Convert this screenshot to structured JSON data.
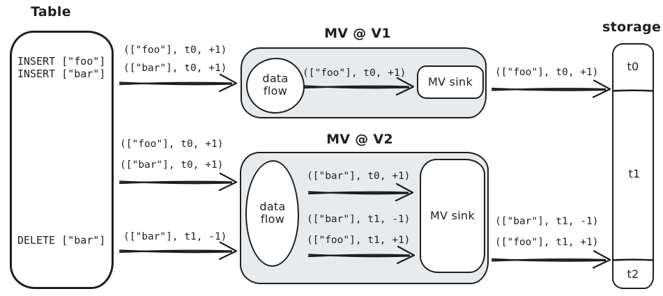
{
  "colors": {
    "stroke": "#1e1e1e",
    "mv_fill": "#e8ebee",
    "background": "#ffffff"
  },
  "table": {
    "title": "Table",
    "rows": [
      "INSERT [\"foo\"]",
      "INSERT [\"bar\"]",
      "DELETE [\"bar\"]"
    ]
  },
  "mv_v1": {
    "title": "MV @ V1",
    "dataflow": "data flow",
    "sink": "MV sink",
    "arrow_label": "([\"foo\"], t0, +1)"
  },
  "mv_v2": {
    "title": "MV @ V2",
    "dataflow": "data flow",
    "sink": "MV sink",
    "arrow_top_label": "([\"bar\"], t0, +1)",
    "arrow_bottom_labels": [
      "([\"bar\"], t1, -1)",
      "([\"foo\"], t1, +1)"
    ]
  },
  "storage": {
    "title": "storage",
    "segments": [
      "t0",
      "t1",
      "t2"
    ]
  },
  "flows": {
    "table_to_v1": [
      "([\"foo\"], t0, +1)",
      "([\"bar\"], t0, +1)"
    ],
    "table_to_v2_top": [
      "([\"foo\"], t0, +1)",
      "([\"bar\"], t0, +1)"
    ],
    "table_to_v2_bottom": [
      "([\"bar\"], t1, -1)"
    ],
    "v1_to_storage": [
      "([\"foo\"], t0, +1)"
    ],
    "v2_to_storage": [
      "([\"bar\"], t1, -1)",
      "([\"foo\"], t1, +1)"
    ]
  }
}
